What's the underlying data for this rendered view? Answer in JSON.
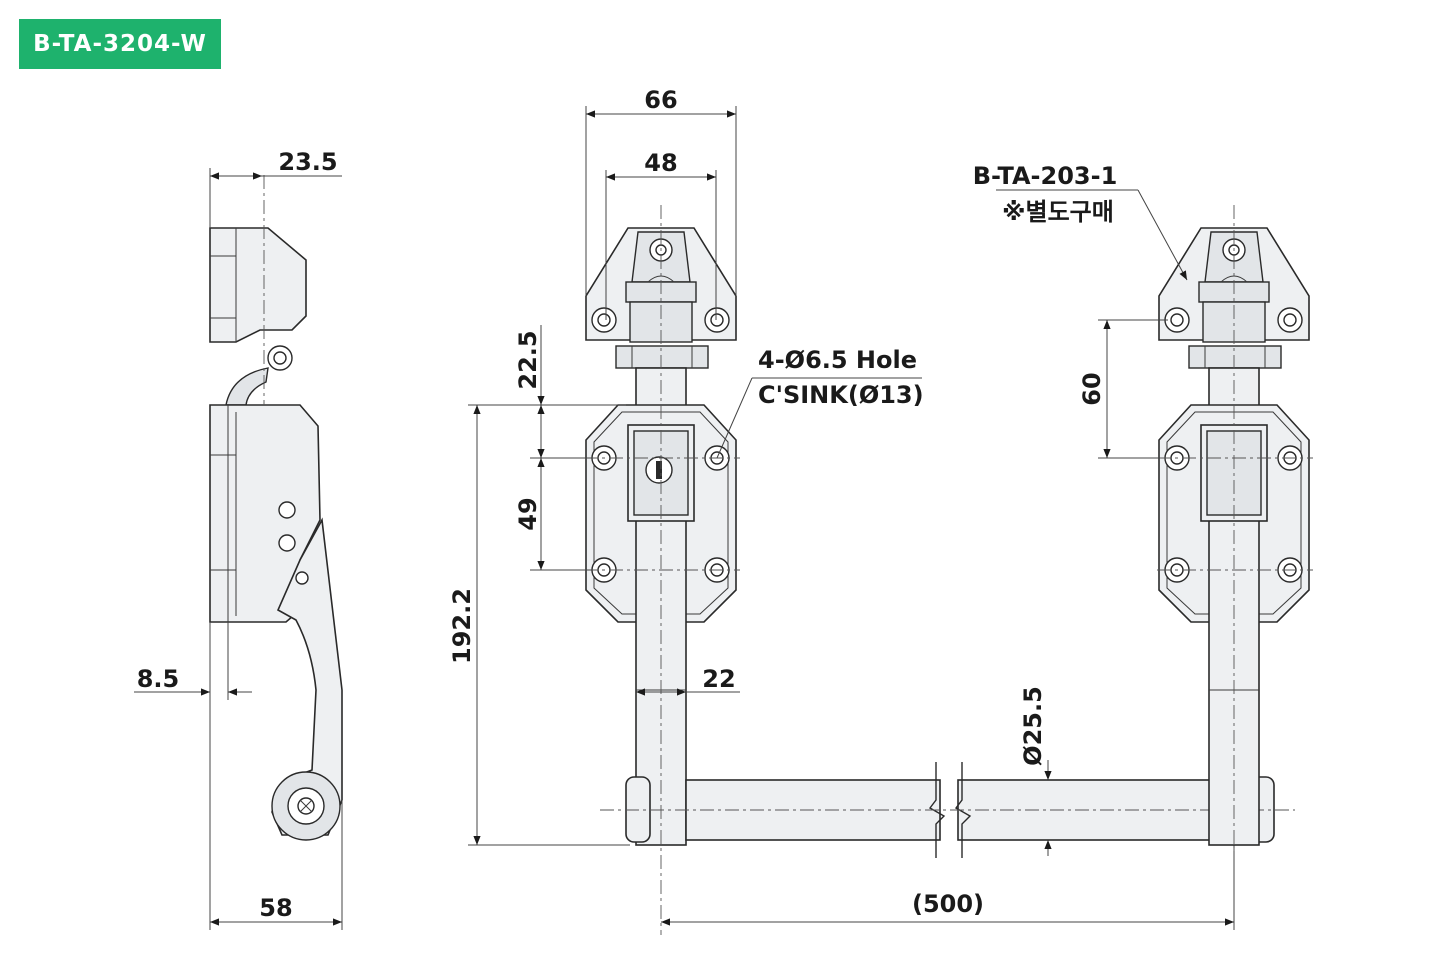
{
  "part_code": "B-TA-3204-W",
  "accent_color": "#1eb26d",
  "dimensions": {
    "side_top": "23.5",
    "side_offset": "8.5",
    "side_width": "58",
    "front_outer": "66",
    "front_inner": "48",
    "front_upper": "22.5",
    "front_pitch": "49",
    "front_height": "192.2",
    "handle_width": "22",
    "bar_diameter": "Ø25.5",
    "span": "(500)",
    "right_hinge": "60"
  },
  "notes": {
    "hole_line1": "4-Ø6.5 Hole",
    "hole_line2": "C'SINK(Ø13)",
    "ref_part": "B-TA-203-1",
    "ref_note": "※별도구매"
  }
}
